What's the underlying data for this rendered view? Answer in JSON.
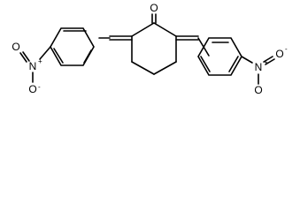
{
  "molecule": {
    "carbonyl_oxygen": "O",
    "left_nitro": {
      "nitrogen": "N",
      "n_charge": "+",
      "oxygen_top": "O",
      "oxygen_bottom": "O",
      "o_charge": "-"
    },
    "right_nitro": {
      "nitrogen": "N",
      "n_charge": "+",
      "oxygen_top": "O",
      "oxygen_bottom": "O",
      "o_charge": "-"
    }
  }
}
